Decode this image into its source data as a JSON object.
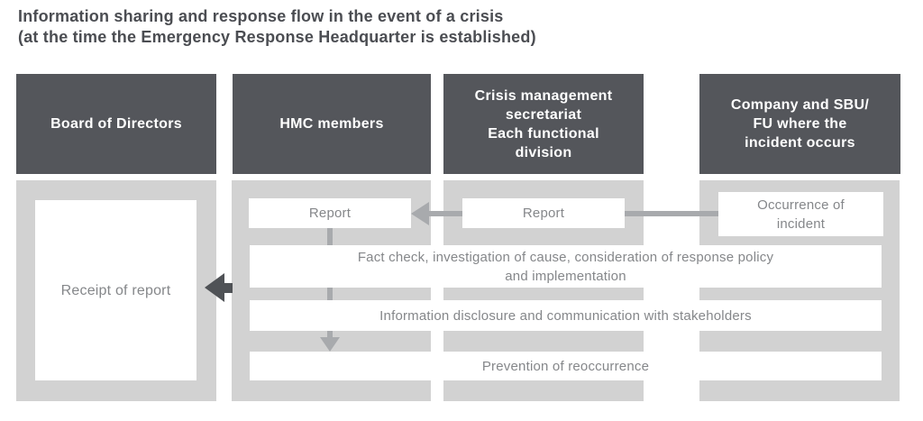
{
  "title": {
    "line1": "Information sharing and response flow in the event of a crisis",
    "line2": "(at the time the Emergency Response Headquarter is established)"
  },
  "columns": {
    "board": {
      "header": "Board of Directors"
    },
    "hmc": {
      "header": "HMC members"
    },
    "crisis": {
      "header_lines": [
        "Crisis management",
        "secretariat",
        "Each functional",
        "division"
      ]
    },
    "company": {
      "header_lines": [
        "Company and SBU/",
        "FU where the",
        "incident occurs"
      ]
    }
  },
  "boxes": {
    "receipt": {
      "label": "Receipt of report"
    },
    "report_hmc": {
      "label": "Report"
    },
    "report_secretariat": {
      "label": "Report"
    },
    "occurrence": {
      "label_lines": [
        "Occurrence of",
        "incident"
      ]
    },
    "fact_check": {
      "label_lines": [
        "Fact check, investigation of cause, consideration of response policy",
        "and implementation"
      ]
    },
    "information_disclosure": {
      "label": "Information disclosure and communication with stakeholders"
    },
    "prevention": {
      "label": "Prevention of reoccurrence"
    }
  },
  "colors": {
    "header_bg": "#54565B",
    "header_text": "#FFFFFF",
    "band_bg": "#D2D2D2",
    "box_bg": "#FFFFFF",
    "box_text": "#85878A",
    "title_text": "#4B4D52",
    "flow_arrow": "#A8AAAD",
    "dark_arrow": "#4F5256"
  }
}
